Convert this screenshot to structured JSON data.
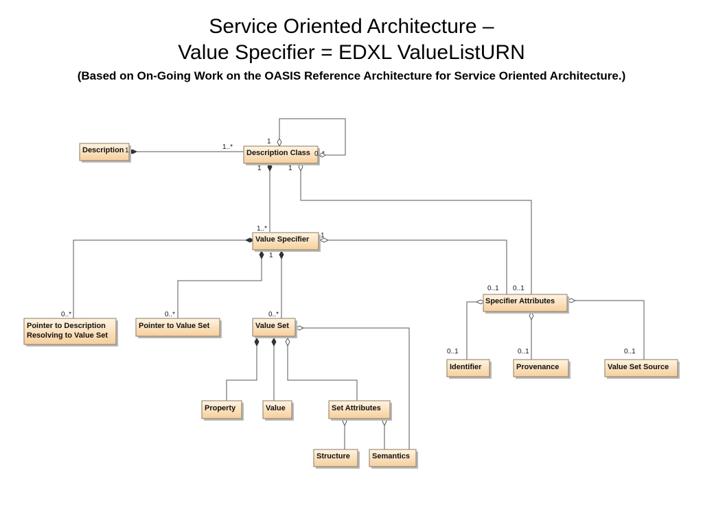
{
  "title": {
    "line1": "Service Oriented Architecture –",
    "line2": "Value Specifier = EDXL ValueListURN",
    "subtitle": "(Based on On-Going Work on the OASIS Reference Architecture for Service Oriented Architecture.)"
  },
  "colors": {
    "box_top": "#fff4e2",
    "box_bottom": "#f6cf9c",
    "line": "#555555"
  },
  "classes": {
    "description": "Description",
    "description_class": "Description Class",
    "value_specifier": "Value Specifier",
    "pointer_desc_line1": "Pointer to Description",
    "pointer_desc_line2": "Resolving to Value Set",
    "pointer_value_set": "Pointer to Value Set",
    "value_set": "Value Set",
    "specifier_attributes": "Specifier Attributes",
    "identifier": "Identifier",
    "provenance": "Provenance",
    "value_set_source": "Value Set Source",
    "property": "Property",
    "value": "Value",
    "set_attributes": "Set Attributes",
    "structure": "Structure",
    "semantics": "Semantics"
  },
  "multiplicities": {
    "desc_end": "1",
    "desc_class_from_desc": "1..*",
    "self_top": "1",
    "self_right": "0..*",
    "dc_bottom_left": "1",
    "dc_bottom_right": "1",
    "vs_top": "1..*",
    "vs_right": "1",
    "vs_bottom": "1",
    "pointer_desc": "0..*",
    "pointer_vset": "0..*",
    "value_set": "0..*",
    "spec_attr_left": "0..1",
    "spec_attr_right": "0..1",
    "identifier": "0..1",
    "provenance": "0..1",
    "value_set_source": "0..1"
  }
}
